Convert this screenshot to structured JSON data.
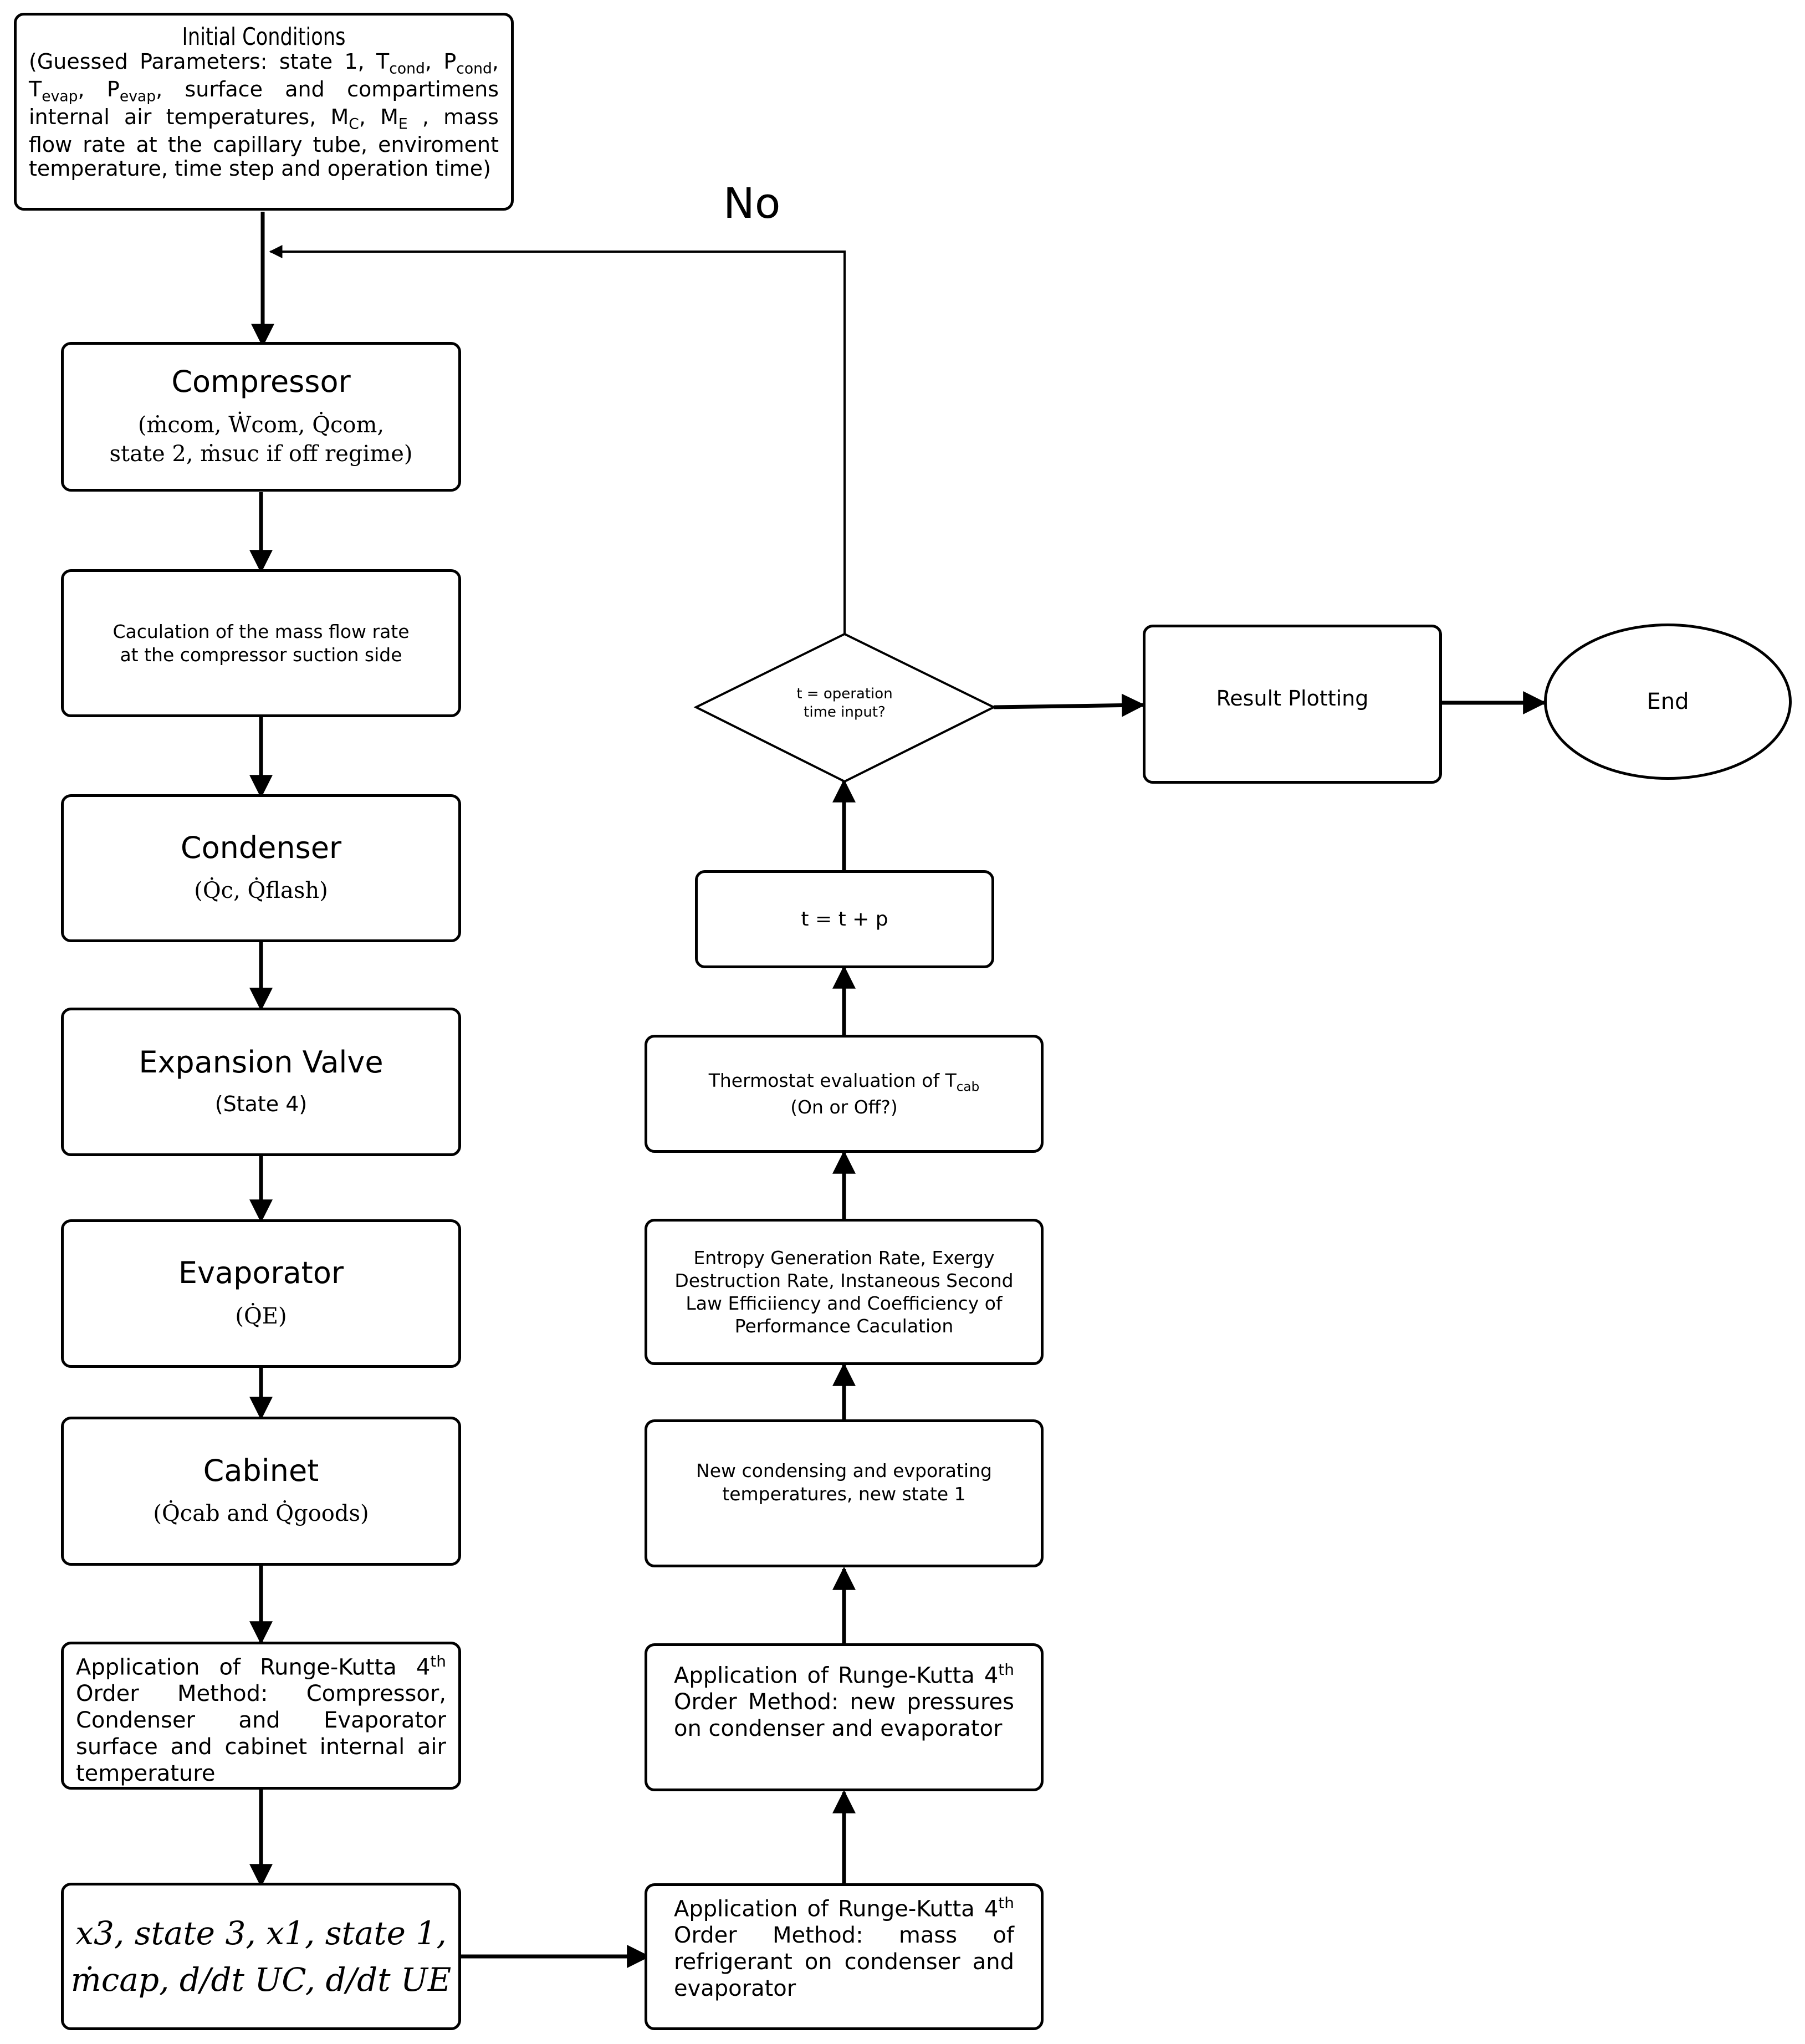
{
  "initial": {
    "title": "Initial Conditions",
    "text_a": "(Guessed Parameters: state 1, ",
    "t_cond": "T",
    "t_cond_sub": "cond",
    "p_cond": "P",
    "p_cond_sub": "cond",
    "t_evap": "T",
    "t_evap_sub": "evap",
    "p_evap": "P",
    "p_evap_sub": "evap",
    "text_b": ", surface and compartimens internal air temperatures, ",
    "m_c": "M",
    "m_c_sub": "C",
    "m_e": "M",
    "m_e_sub": "E",
    "text_c": " , mass flow rate at the capillary tube, enviroment temperature, time step and operation time)"
  },
  "no_label": "No",
  "compressor": {
    "title": "Compressor",
    "line1": "(ṁcom, Ẇcom, Q̇com,",
    "line2": "state 2, ṁsuc if off regime)"
  },
  "suction": {
    "line1": "Caculation of the mass flow rate",
    "line2": "at the compressor suction side"
  },
  "condenser": {
    "title": "Condenser",
    "sub": "(Q̇c, Q̇flash)"
  },
  "expansion": {
    "title": "Expansion Valve",
    "sub": "(State 4)"
  },
  "evaporator": {
    "title": "Evaporator",
    "sub": "(Q̇E)"
  },
  "cabinet": {
    "title": "Cabinet",
    "sub": "(Q̇cab and Q̇goods)"
  },
  "rk_temps": {
    "part1": "Application of Runge-Kutta 4",
    "sup": "th",
    "part2": " Order Method: Compressor, Condenser and Evaporator surface and cabinet internal air temperature"
  },
  "state_box": {
    "line1": "x3, state 3, x1, state 1,",
    "line2": "ṁcap, d/dt UC, d/dt UE"
  },
  "rk_mass": {
    "part1": "Application of Runge-Kutta 4",
    "sup": "th",
    "part2": " Order Method: mass of refrigerant on condenser and evaporator"
  },
  "rk_press": {
    "part1": "Application of Runge-Kutta 4",
    "sup": "th",
    "part2": " Order Method: new pressures on condenser and evaporator"
  },
  "new_temps": {
    "line1": "New condensing and evporating",
    "line2": "temperatures, new state 1"
  },
  "entropy": {
    "line1": "Entropy Generation Rate, Exergy",
    "line2": "Destruction Rate, Instaneous Second",
    "line3": "Law Efficiiency and Coefficiency of",
    "line4": "Performance Caculation"
  },
  "thermostat": {
    "line1": "Thermostat evaluation of T",
    "sub": "cab",
    "line2": "(On or Off?)"
  },
  "time_step": {
    "label": "t = t + p"
  },
  "decision": {
    "line1": "t = operation",
    "line2": "time input?"
  },
  "result": {
    "label": "Result Plotting"
  },
  "end": {
    "label": "End"
  }
}
